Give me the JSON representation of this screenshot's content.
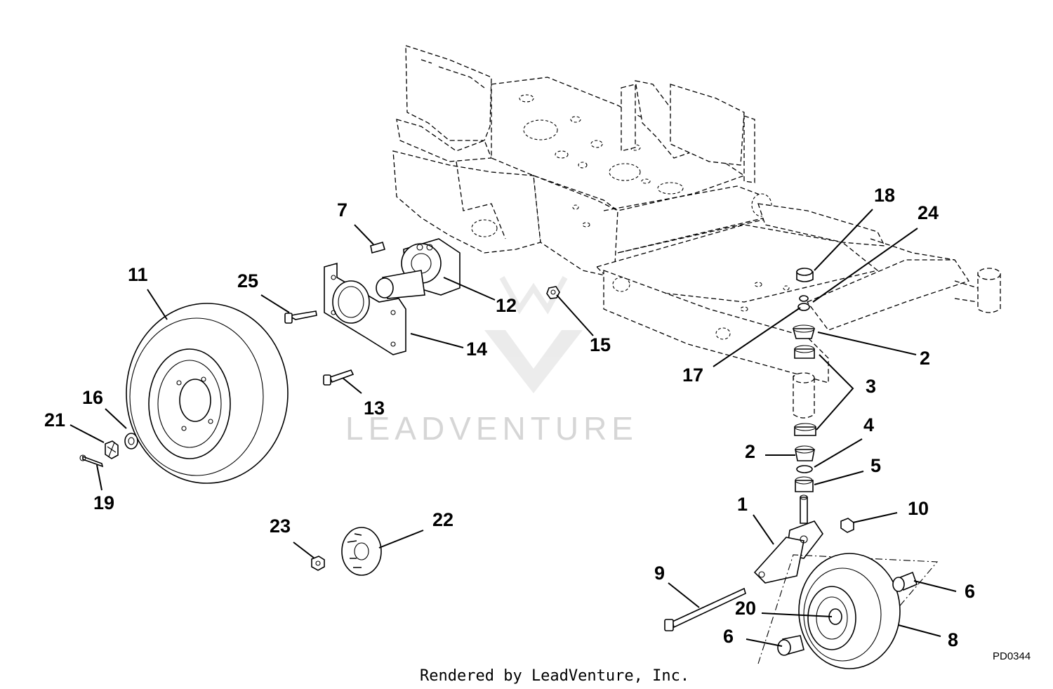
{
  "diagram": {
    "drawing_code": "PD0344",
    "credit": "Rendered by LeadVenture, Inc.",
    "watermark": "LEADVENTURE",
    "callouts": {
      "c11": "11",
      "c25": "25",
      "c7": "7",
      "c12": "12",
      "c14": "14",
      "c13": "13",
      "c15": "15",
      "c16": "16",
      "c21": "21",
      "c19": "19",
      "c23": "23",
      "c22": "22",
      "c18": "18",
      "c24": "24",
      "c17": "17",
      "c2a": "2",
      "c3": "3",
      "c4": "4",
      "c2b": "2",
      "c5": "5",
      "c1": "1",
      "c10": "10",
      "c9": "9",
      "c6a": "6",
      "c20": "20",
      "c6b": "6",
      "c8": "8"
    }
  }
}
